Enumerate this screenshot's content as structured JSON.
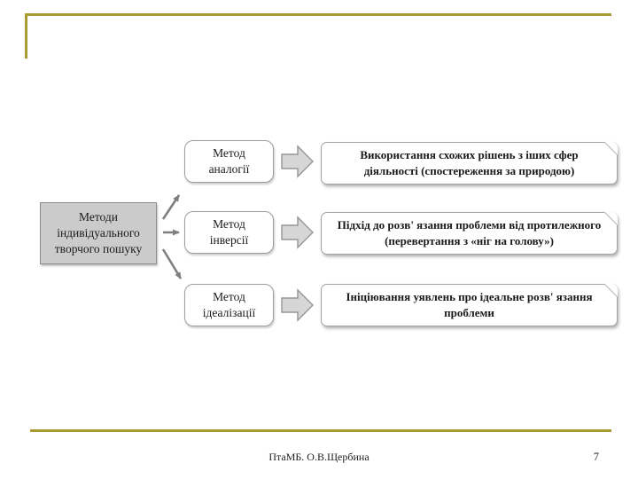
{
  "slide": {
    "colors": {
      "accent_gold": "#a99b33",
      "root_box_fill": "#cbcbcb",
      "shape_border_gray": "#9e9e9e",
      "block_arrow_fill": "#d6d6d6",
      "connector_gray": "#7f7f7f"
    },
    "diagram": {
      "root": {
        "label": "Методи індивідуального творчого пошуку"
      },
      "rows": [
        {
          "method": "Метод аналогії",
          "description": "Використання схожих рішень з іших сфер діяльності (спостереження за природою)"
        },
        {
          "method": "Метод інверсії",
          "description": "Підхід до розв' язання проблеми від протилежного (перевертання з «ніг на голову»)"
        },
        {
          "method": "Метод ідеалізації",
          "description": "Ініціювання уявлень про ідеальне розв' язання проблеми"
        }
      ],
      "icons": {
        "connector": "arrow-right-thin",
        "block": "block-arrow-right"
      }
    },
    "footer": {
      "text": "ПтаМБ. О.В.Щербина",
      "page_number": "7"
    }
  }
}
